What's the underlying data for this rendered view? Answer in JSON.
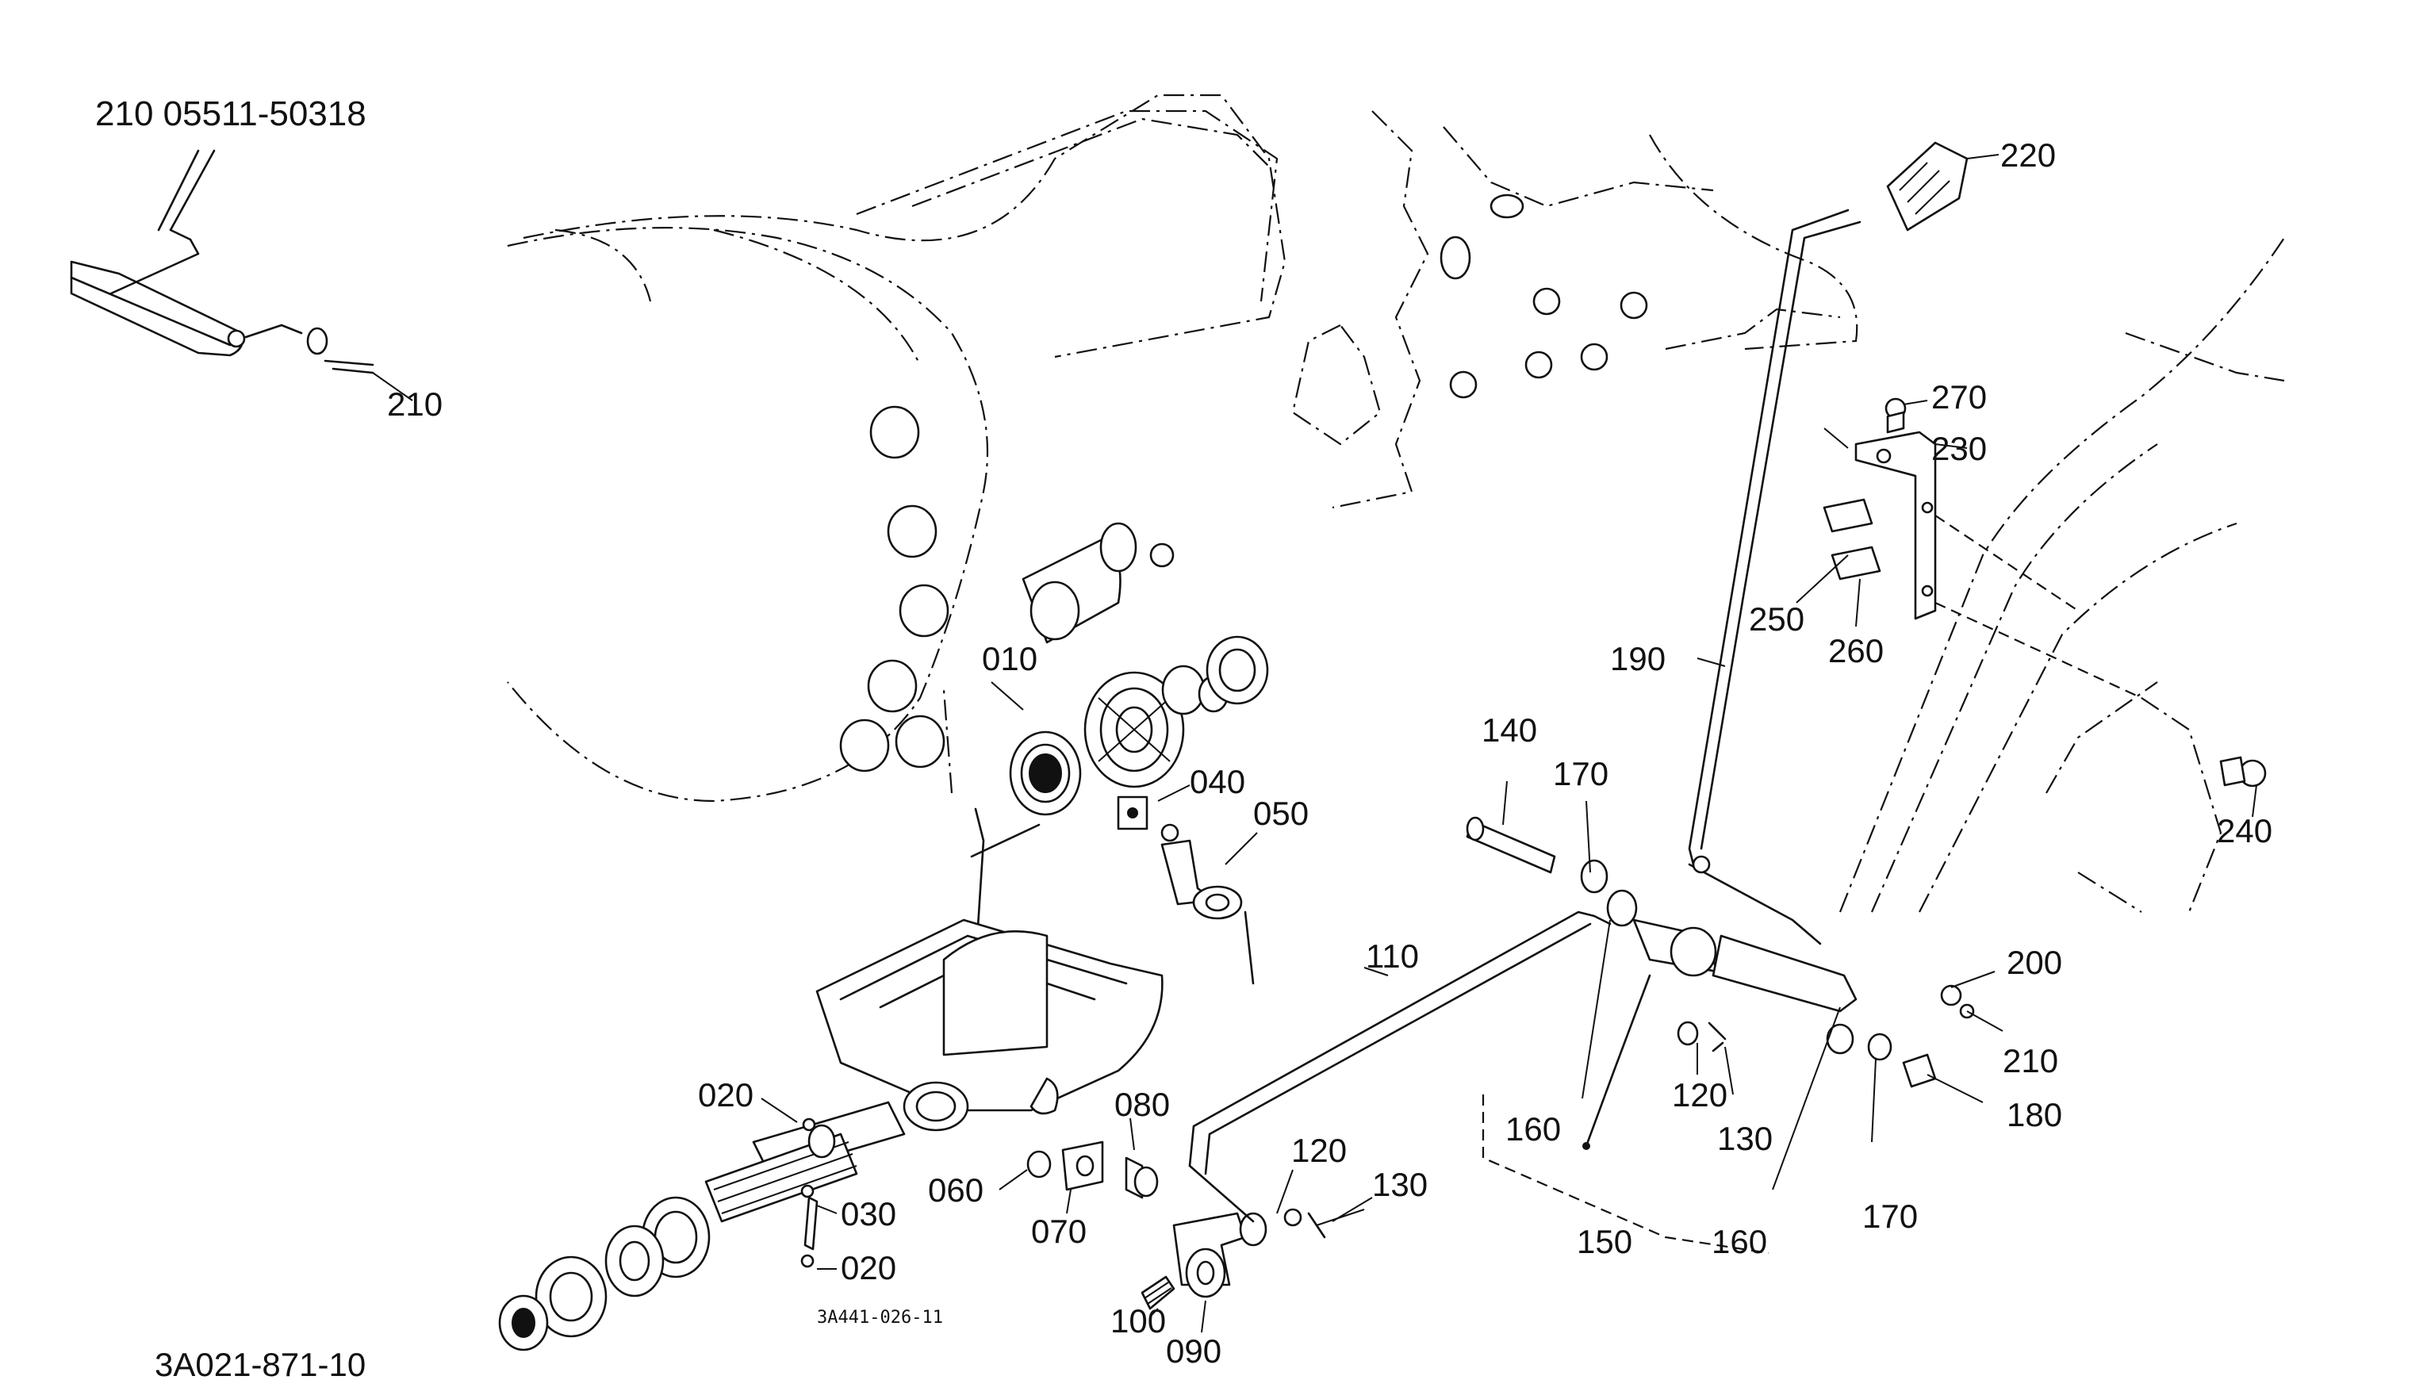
{
  "header_note": "210 05511-50318",
  "drawing_ref": "3A441-026-11",
  "figure_id": "3A021-871-10",
  "callouts": {
    "c010": "010",
    "c020a": "020",
    "c020b": "020",
    "c030": "030",
    "c040": "040",
    "c050": "050",
    "c060": "060",
    "c070": "070",
    "c080": "080",
    "c090": "090",
    "c100": "100",
    "c110": "110",
    "c120a": "120",
    "c120b": "120",
    "c130a": "130",
    "c130b": "130",
    "c140": "140",
    "c150": "150",
    "c160a": "160",
    "c160b": "160",
    "c170a": "170",
    "c170b": "170",
    "c180": "180",
    "c190": "190",
    "c200": "200",
    "c210a": "210",
    "c210b": "210",
    "c220": "220",
    "c230": "230",
    "c240": "240",
    "c250": "250",
    "c260": "260",
    "c270": "270"
  }
}
